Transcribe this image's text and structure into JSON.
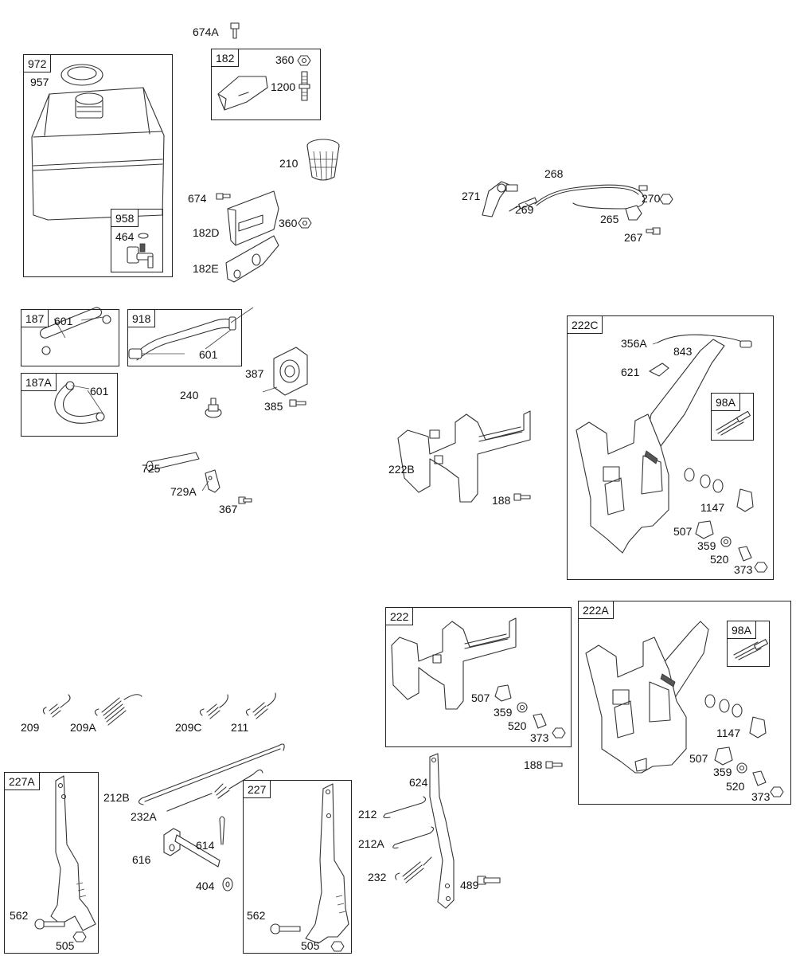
{
  "boxes": [
    {
      "id": "972"
    },
    {
      "id": "958"
    },
    {
      "id": "182"
    },
    {
      "id": "187"
    },
    {
      "id": "918"
    },
    {
      "id": "187A"
    },
    {
      "id": "222C"
    },
    {
      "id": "98A"
    },
    {
      "id": "222"
    },
    {
      "id": "222A"
    },
    {
      "id": "98A"
    },
    {
      "id": "227A"
    },
    {
      "id": "227"
    }
  ],
  "labels": [
    "674A",
    "360",
    "1200",
    "957",
    "210",
    "268",
    "271",
    "269",
    "270",
    "265",
    "267",
    "674",
    "360",
    "182D",
    "182E",
    "464",
    "601",
    "601",
    "601",
    "387",
    "240",
    "385",
    "725",
    "729A",
    "367",
    "222B",
    "188",
    "356A",
    "843",
    "621",
    "1147",
    "507",
    "359",
    "520",
    "373",
    "507",
    "359",
    "520",
    "373",
    "188",
    "1147",
    "507",
    "359",
    "520",
    "373",
    "209",
    "209A",
    "209C",
    "211",
    "212B",
    "232A",
    "616",
    "614",
    "404",
    "562",
    "505",
    "624",
    "212",
    "212A",
    "232",
    "489",
    "562",
    "505"
  ]
}
